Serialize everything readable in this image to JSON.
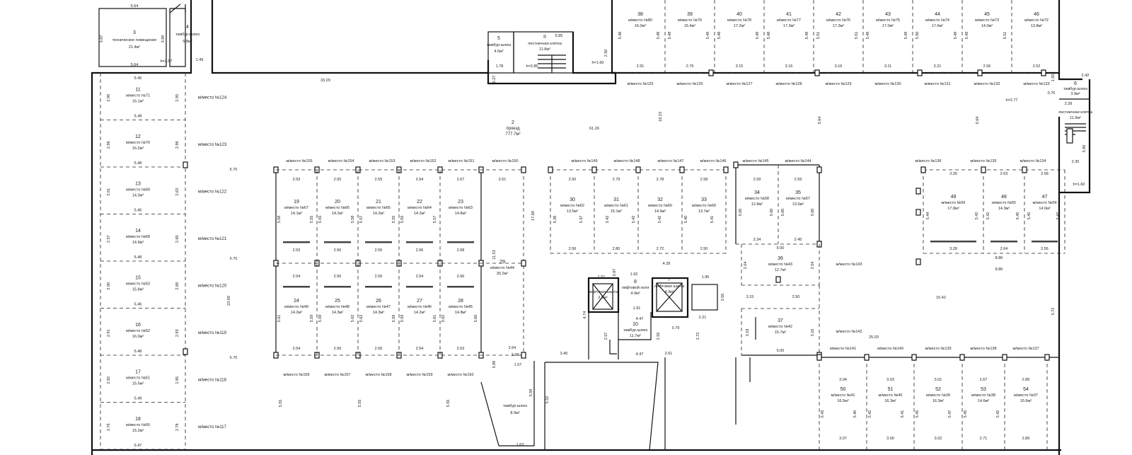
{
  "labels": {
    "corridor_num": "2",
    "corridor_name": "проезд",
    "corridor_area": "777.7м²",
    "room3_num": "3",
    "room3_name": "техническое помещение",
    "room3_area": "21.4м²",
    "room4_num": "4",
    "room4_name": "тамбур-шлюз",
    "room4_area": "5.8м²",
    "room5_num": "5",
    "room5_name": "тамбур-шлюз",
    "room5_area": "4.0м²",
    "stair_top_num": "II",
    "stair_top_name": "лестничная клетка",
    "stair_top_area": "11.8м²",
    "room6_num": "6",
    "room6_name": "тамбур-шлюз",
    "room6_area": "3.9м²",
    "stair_right_name": "лестничная клетка",
    "stair_right_area": "11.9м²",
    "lift1_name": "лифтовая шахта",
    "lift1_area": "2.6м²",
    "lift_hall_num": "8",
    "lift_hall_name": "лифтовой холл",
    "lift_hall_area": "4.9м²",
    "lift2_num": "7",
    "lift2_name": "лифтовая шахта",
    "lift2_area": "4.9м²",
    "room10_num": "10",
    "room10_name": "тамбур-шлюз",
    "room10_area": "11.7м²",
    "tambur_bottom_name": "тамбур-шлюз",
    "tambur_bottom_area": "8.9м²",
    "h1": "h=2.87",
    "h2": "h=2.85",
    "h3": "h=1.60",
    "h4": "h=2.77",
    "h5": "h=1.60",
    "dim_33_29": "33.29",
    "dim_61_26": "61.26",
    "dim_18_23": "18.23",
    "dim_5_64a": "5.64",
    "dim_5_64b": "5.64",
    "dim_5_45": "5.45",
    "dim_5_70a": "5.70",
    "dim_5_70b": "5.70",
    "dim_5_70c": "5.70",
    "dim_23_69": "23.69",
    "dim_5_55a": "5.55",
    "dim_5_55b": "5.55",
    "dim_5_55c": "5.55",
    "dim_11_53": "11.53",
    "dim_17_80": "17.80",
    "dim_25_03": "25.03",
    "dim_15_42": "15.42",
    "dim_8_86a": "8.86",
    "dim_8_86b": "8.86",
    "dim_5_72": "5.72",
    "dim_5_64c": "5.64",
    "dim_5_64d": "5.64",
    "dim_3_40": "3.40",
    "dim_2_61": "2.61",
    "dim_4_47a": "4.47",
    "dim_4_47b": "4.47",
    "dim_4_28": "4.28",
    "dim_1_57": "1.57",
    "dim_1_63": "1.63",
    "dim_5_52": "5.52",
    "dim_5_59": "5.59",
    "dim_2_38": "2.38",
    "dim_2_64": "2.64",
    "dim_5_89": "5.89",
    "dim_1_51": "1.51",
    "dim_0_87": "0.87",
    "dim_1_92": "1.92",
    "dim_1_91": "1.91",
    "dim_1_96": "1.96",
    "dim_2_21": "2.21",
    "dim_2_05": "2.05",
    "dim_2_72": "2.72",
    "dim_2_57": "2.57",
    "dim_4_74": "4.74",
    "dim_2_55": "2.55",
    "dim_0_79": "0.79",
    "dim_2_59_s": "2.59",
    "dim_2_50_top": "2.50",
    "dim_5_85": "5.85",
    "dim_1_78": "1.78",
    "dim_0_27": "0.27",
    "dim_3_87": "3.87",
    "dim_3_89": "3.89",
    "dim_1_49": "1.49",
    "dim_1_50": "1.50",
    "dim_2_42": "2.42",
    "dim_2_29": "2.29",
    "dim_0_76": "0.76",
    "dim_2_30": "2.30",
    "dim_5_96": "5.96"
  },
  "left_spaces": [
    {
      "num": "11",
      "space": "м/место №71",
      "area": "16.1м²",
      "side1": "2.96",
      "side2": "2.95",
      "width": "5.48"
    },
    {
      "num": "12",
      "space": "м/место №70",
      "area": "16.2м²",
      "side1": "2.96",
      "side2": "2.96",
      "width": "5.48"
    },
    {
      "num": "13",
      "space": "м/место №69",
      "area": "14.3м²",
      "side1": "2.61",
      "side2": "2.63",
      "width": "5.46"
    },
    {
      "num": "14",
      "space": "м/место №68",
      "area": "14.9м²",
      "side1": "2.57",
      "side2": "2.60",
      "width": "5.48"
    },
    {
      "num": "15",
      "space": "м/место №53",
      "area": "15.8м²",
      "side1": "2.90",
      "side2": "2.89",
      "width": "5.46"
    },
    {
      "num": "16",
      "space": "м/место №52",
      "area": "16.0м²",
      "side1": "2.91",
      "side2": "2.93",
      "width": "5.48"
    },
    {
      "num": "17",
      "space": "м/место №51",
      "area": "15.5м²",
      "side1": "2.82",
      "side2": "2.85",
      "width": "5.49"
    },
    {
      "num": "18",
      "space": "м/место №50",
      "area": "15.2м²",
      "side1": "2.76",
      "side2": "2.78",
      "width": "5.47"
    }
  ],
  "left_aisle": [
    "м/место №124",
    "м/место №123",
    "м/место №122",
    "м/место №121",
    "м/место №120",
    "м/место №119",
    "м/место №118",
    "м/место №117"
  ],
  "top_spaces": [
    {
      "num": "38",
      "space": "м/место №80",
      "area": "16.0м²",
      "w": "2.91"
    },
    {
      "num": "39",
      "space": "м/место №79",
      "area": "15.4м²",
      "w": "2.79"
    },
    {
      "num": "40",
      "space": "м/место №78",
      "area": "17.2м²",
      "w": "3.15"
    },
    {
      "num": "41",
      "space": "м/место №77",
      "area": "17.3м²",
      "w": "3.16"
    },
    {
      "num": "42",
      "space": "м/место №76",
      "area": "17.3м²",
      "w": "3.16"
    },
    {
      "num": "43",
      "space": "м/место №75",
      "area": "17.0м²",
      "w": "3.11"
    },
    {
      "num": "44",
      "space": "м/место №74",
      "area": "17.6м²",
      "w": "3.21"
    },
    {
      "num": "45",
      "space": "м/место №73",
      "area": "14.0м²",
      "w": "2.56"
    },
    {
      "num": "46",
      "space": "м/место №72",
      "area": "13.8м²",
      "w": "2.52"
    }
  ],
  "top_sides": [
    "5.48",
    "5.49",
    "5.48",
    "5.49",
    "5.48",
    "5.49",
    "5.48",
    "5.49",
    "5.51",
    "5.51",
    "5.49",
    "5.49",
    "5.50",
    "5.49",
    "5.49",
    "5.51"
  ],
  "top_aisle": [
    "м/место №125",
    "м/место №126",
    "м/место №127",
    "м/место №128",
    "м/место №129",
    "м/место №130",
    "м/место №131",
    "м/место №132",
    "м/место №133"
  ],
  "mid_top_aisle": [
    "м/место №155",
    "м/место №154",
    "м/место №153",
    "м/место №152",
    "м/место №151",
    "м/место №150",
    "м/место №149",
    "м/место №148",
    "м/место №147",
    "м/место №146",
    "м/место №145",
    "м/место №144",
    "м/место №136",
    "м/место №135",
    "м/место №134"
  ],
  "island1_top": [
    {
      "num": "19",
      "space": "м/место №67",
      "area": "14.1м²",
      "top": "2.53",
      "bot": "2.53"
    },
    {
      "num": "20",
      "space": "м/место №66",
      "area": "14.2м²",
      "top": "2.55",
      "bot": "2.56"
    },
    {
      "num": "21",
      "space": "м/место №65",
      "area": "14.2м²",
      "top": "2.55",
      "bot": "2.56"
    },
    {
      "num": "22",
      "space": "м/место №64",
      "area": "14.2м²",
      "top": "2.54",
      "bot": "2.56"
    },
    {
      "num": "23",
      "space": "м/место №63",
      "area": "14.8м²",
      "top": "2.67",
      "bot": "2.68"
    }
  ],
  "island1_bot": [
    {
      "num": "24",
      "space": "м/место №49",
      "area": "14.2м²",
      "top": "2.54",
      "bot": "2.54"
    },
    {
      "num": "25",
      "space": "м/место №48",
      "area": "14.3м²",
      "top": "2.56",
      "bot": "2.56"
    },
    {
      "num": "26",
      "space": "м/место №47",
      "area": "14.3м²",
      "top": "2.56",
      "bot": "2.56"
    },
    {
      "num": "27",
      "space": "м/место №46",
      "area": "14.2м²",
      "top": "2.54",
      "bot": "2.54"
    },
    {
      "num": "28",
      "space": "м/место №45",
      "area": "14.8м²",
      "top": "2.66",
      "bot": "2.63"
    }
  ],
  "island1_sides": [
    "5.58",
    "5.55",
    "5.55",
    "5.58",
    "5.57",
    "5.55",
    "5.55",
    "5.57"
  ],
  "island1_sides_b": [
    "5.61",
    "5.59",
    "5.59",
    "5.62",
    "5.62",
    "5.59",
    "5.59",
    "5.61",
    "5.62",
    "5.60"
  ],
  "space29": {
    "num": "29",
    "space": "м/место №44",
    "area": "30.2м²",
    "top": "2.61"
  },
  "island2": [
    {
      "num": "30",
      "space": "м/место №62",
      "area": "13.5м²",
      "top": "2.50",
      "bot": "2.56"
    },
    {
      "num": "31",
      "space": "м/место №61",
      "area": "15.1м²",
      "top": "2.79",
      "bot": "2.80"
    },
    {
      "num": "32",
      "space": "м/место №60",
      "area": "14.9м²",
      "top": "2.78",
      "bot": "2.72"
    },
    {
      "num": "33",
      "space": "м/место №59",
      "area": "13.7м²",
      "top": "2.58",
      "bot": "2.50"
    }
  ],
  "island2_sides": [
    "5.36",
    "5.37",
    "5.42",
    "5.42",
    "5.42",
    "5.40",
    "5.41"
  ],
  "island3": [
    {
      "num": "34",
      "space": "м/место №58",
      "area": "12.8м²",
      "top": "2.59",
      "bot": "2.34"
    },
    {
      "num": "35",
      "space": "м/место №57",
      "area": "13.0м²",
      "top": "2.59",
      "bot": "2.45"
    }
  ],
  "island3_sides": [
    "5.00",
    "5.00",
    "5.00",
    "5.00"
  ],
  "space36": {
    "num": "36",
    "space": "м/место №43",
    "area": "12.7м²",
    "top": "5.00",
    "l": "2.54",
    "r": "2.54"
  },
  "space37": {
    "num": "37",
    "space": "м/место №42",
    "area": "15.7м²",
    "l": "3.18",
    "r": "3.16",
    "top": "2.50",
    "left_w": "3.15",
    "bot": "5.00"
  },
  "right_island": [
    {
      "num": "49",
      "space": "м/место №56",
      "area": "17.8м²",
      "top": "3.30",
      "bot": "3.28"
    },
    {
      "num": "48",
      "space": "м/место №55",
      "area": "14.3м²",
      "top": "2.63",
      "bot": "2.64"
    },
    {
      "num": "47",
      "space": "м/место №54",
      "area": "14.0м²",
      "top": "2.58",
      "bot": "2.56"
    }
  ],
  "right_island_sides": [
    "5.44",
    "5.42",
    "5.42",
    "5.45",
    "5.45",
    "5.42"
  ],
  "bottom_spaces": [
    {
      "num": "50",
      "space": "м/место №41",
      "area": "16.5м²",
      "top": "3.04",
      "bot": "3.07"
    },
    {
      "num": "51",
      "space": "м/место №40",
      "area": "16.3м²",
      "top": "3.03",
      "bot": "3.00"
    },
    {
      "num": "52",
      "space": "м/место №39",
      "area": "16.3м²",
      "top": "3.01",
      "bot": "3.02"
    },
    {
      "num": "53",
      "space": "м/место №38",
      "area": "14.6м²",
      "top": "2.67",
      "bot": "2.71"
    },
    {
      "num": "54",
      "space": "м/место №37",
      "area": "15.6м²",
      "top": "2.89",
      "bot": "2.89"
    }
  ],
  "bottom_sides": [
    "5.43",
    "5.40",
    "5.42",
    "5.41",
    "5.45",
    "5.47",
    "5.45",
    "5.42"
  ],
  "bottom_aisle": [
    "м/место №141",
    "м/место №140",
    "м/место №139",
    "м/место №138",
    "м/место №137"
  ],
  "right_aisle": [
    "м/место №143",
    "м/место №142"
  ],
  "low_aisle": [
    "м/место №156",
    "м/место №157",
    "м/место №158",
    "м/место №159",
    "м/место №160"
  ]
}
